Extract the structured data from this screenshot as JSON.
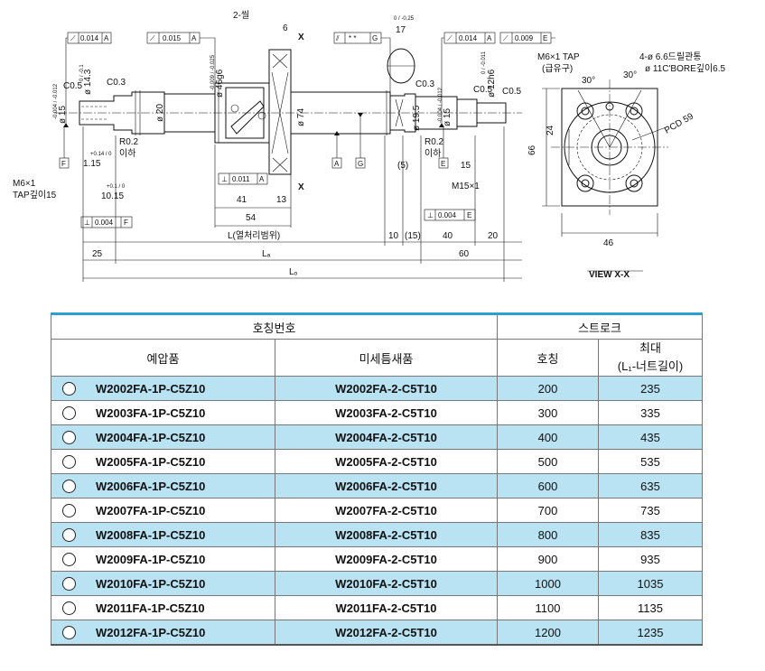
{
  "drawing": {
    "tolerance_frames": {
      "f1": {
        "sym": "⟋",
        "val": "0.014",
        "ref": "A"
      },
      "f2": {
        "sym": "⟋",
        "val": "0.015",
        "ref": "A"
      },
      "f3": {
        "sym": "⫽",
        "val": "* *",
        "ref": "G"
      },
      "f4": {
        "sym": "⟋",
        "val": "0.014",
        "ref": "A"
      },
      "f5": {
        "sym": "⟋",
        "val": "0.009",
        "ref": "E"
      },
      "f6": {
        "sym": "⊥",
        "val": "0.011",
        "ref": "A"
      },
      "f7": {
        "sym": "⊥",
        "val": "0.004",
        "ref": "F"
      },
      "f8": {
        "sym": "⊥",
        "val": "0.004",
        "ref": "E"
      }
    },
    "labels": {
      "seal": "2-씰",
      "dim_6": "6",
      "dim_17": "17",
      "dim_17_tol": "0 / -0.25",
      "x_top": "X",
      "x_bot": "X",
      "c05_left": "C0.5",
      "c03_left": "C0.3",
      "c03_right": "C0.3",
      "c05_right_a": "C0.5",
      "c05_right_b": "C0.5",
      "d143": "ø 14.3",
      "d143_tol": "0 / -0.1",
      "d15_left": "ø 15",
      "d15_left_tol": "-0.004 / -0.012",
      "d46": "ø 46g6",
      "d46_tol": "-0.009 / -0.025",
      "d20": "ø 20",
      "d74": "ø 74",
      "d195": "ø 19.5",
      "d15_right": "ø 15",
      "d15_right_tol": "-0.004 / -0.012",
      "d12": "ø 12h6",
      "d12_tol": "0 / -0.011",
      "r02_left": "R0.2",
      "r02_left_sub": "이하",
      "r02_right": "R0.2",
      "r02_right_sub": "이하",
      "m6_left": "M6×1",
      "m6_left_sub": "TAP깊이15",
      "dim_115": "1.15",
      "dim_115_tol": "+0.14 / 0",
      "dim_1015": "10.15",
      "dim_1015_tol": "+0.1 / 0",
      "m15": "M15×1",
      "datum_f": "F",
      "datum_a": "A",
      "datum_g": "G",
      "datum_e": "E",
      "dim_41": "41",
      "dim_13": "13",
      "dim_54": "54",
      "dim_5": "(5)",
      "dim_15b": "15",
      "dim_25": "25",
      "dim_L": "L(열처리범위)",
      "dim_10": "10",
      "dim_15p": "(15)",
      "dim_40": "40",
      "dim_20": "20",
      "dim_La": "Lₐ",
      "dim_60": "60",
      "dim_Lo": "Lₒ",
      "view_m6": "M6×1 TAP",
      "view_m6_sub": "(급유구)",
      "view_holes": "4-ø 6.6드릴관통",
      "view_holes_sub": "ø 11C'BORE깊이6.5",
      "view_30a": "30°",
      "view_30b": "30°",
      "view_pcd": "PCD 59",
      "view_24": "24",
      "view_66": "66",
      "view_46": "46",
      "view_title": "VIEW X-X"
    }
  },
  "table": {
    "header": {
      "part_no": "호칭번호",
      "preload": "예압품",
      "gap": "미세틈새품",
      "stroke": "스트로크",
      "nominal": "호칭",
      "max": "최대",
      "max_sub": "(L₁-너트길이)"
    },
    "rows": [
      {
        "preload": "W2002FA-1P-C5Z10",
        "gap": "W2002FA-2-C5T10",
        "nominal": "200",
        "max": "235"
      },
      {
        "preload": "W2003FA-1P-C5Z10",
        "gap": "W2003FA-2-C5T10",
        "nominal": "300",
        "max": "335"
      },
      {
        "preload": "W2004FA-1P-C5Z10",
        "gap": "W2004FA-2-C5T10",
        "nominal": "400",
        "max": "435"
      },
      {
        "preload": "W2005FA-1P-C5Z10",
        "gap": "W2005FA-2-C5T10",
        "nominal": "500",
        "max": "535"
      },
      {
        "preload": "W2006FA-1P-C5Z10",
        "gap": "W2006FA-2-C5T10",
        "nominal": "600",
        "max": "635"
      },
      {
        "preload": "W2007FA-1P-C5Z10",
        "gap": "W2007FA-2-C5T10",
        "nominal": "700",
        "max": "735"
      },
      {
        "preload": "W2008FA-1P-C5Z10",
        "gap": "W2008FA-2-C5T10",
        "nominal": "800",
        "max": "835"
      },
      {
        "preload": "W2009FA-1P-C5Z10",
        "gap": "W2009FA-2-C5T10",
        "nominal": "900",
        "max": "935"
      },
      {
        "preload": "W2010FA-1P-C5Z10",
        "gap": "W2010FA-2-C5T10",
        "nominal": "1000",
        "max": "1035"
      },
      {
        "preload": "W2011FA-1P-C5Z10",
        "gap": "W2011FA-2-C5T10",
        "nominal": "1100",
        "max": "1135"
      },
      {
        "preload": "W2012FA-1P-C5Z10",
        "gap": "W2012FA-2-C5T10",
        "nominal": "1200",
        "max": "1235"
      }
    ],
    "colors": {
      "accent": "#2a9fd6",
      "row_highlight": "#b9e2f2"
    }
  }
}
